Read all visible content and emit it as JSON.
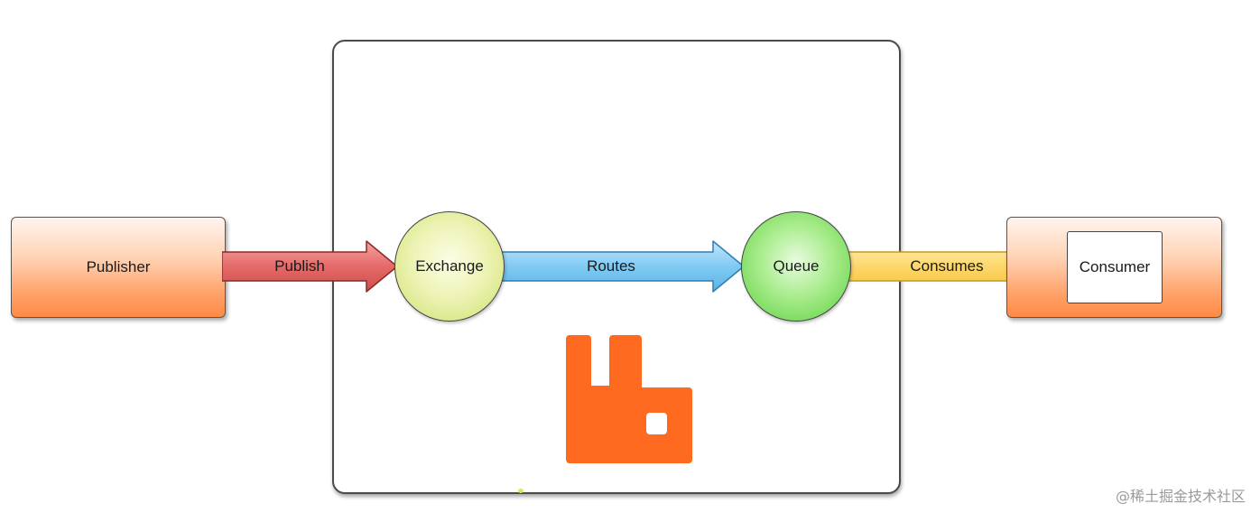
{
  "diagram": {
    "publisher": {
      "label": "Publisher"
    },
    "publish_arrow": {
      "label": "Publish",
      "color": "#e0605f"
    },
    "exchange": {
      "label": "Exchange"
    },
    "routes_arrow": {
      "label": "Routes",
      "color": "#6fc0ee"
    },
    "queue": {
      "label": "Queue"
    },
    "consumes_arrow": {
      "label": "Consumes",
      "color": "#fcd45a"
    },
    "consumer": {
      "label": "Consumer"
    },
    "logo": {
      "name": "rabbitmq-logo-icon",
      "color": "#ff6a21"
    }
  },
  "watermark": {
    "text": "@稀土掘金技术社区"
  }
}
